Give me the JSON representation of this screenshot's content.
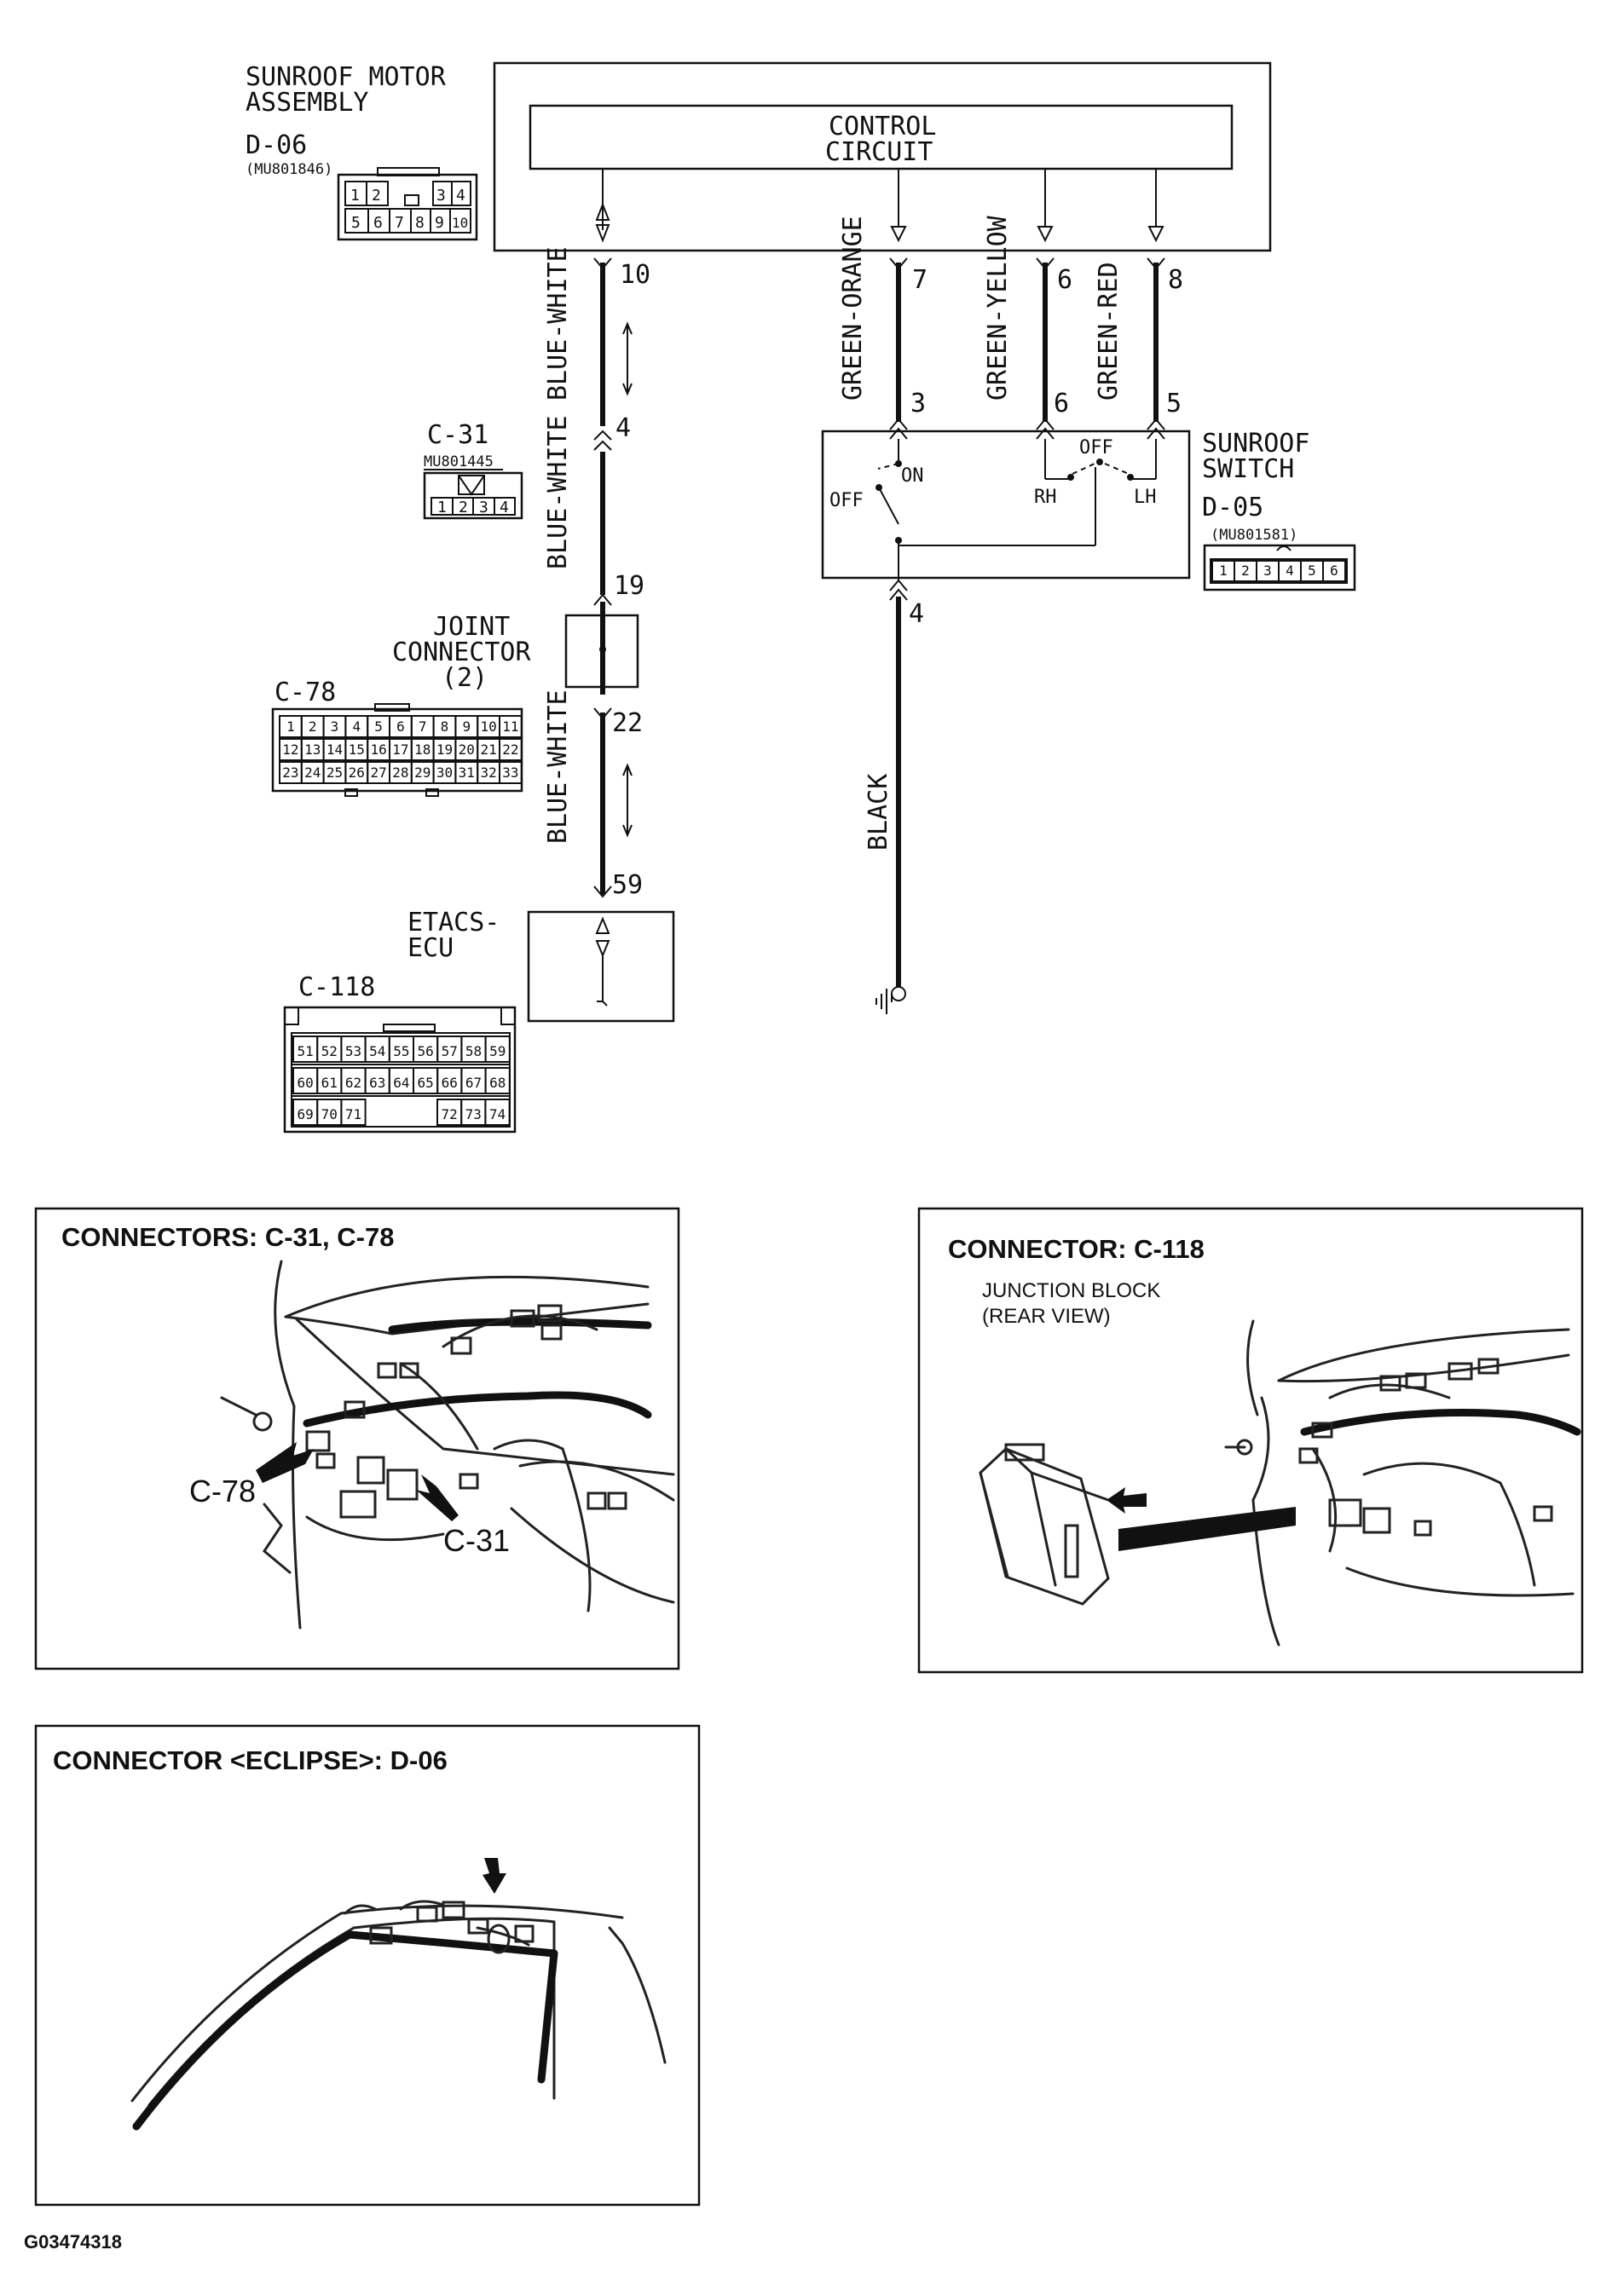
{
  "motor": {
    "title_line1": "SUNROOF MOTOR",
    "title_line2": "ASSEMBLY",
    "connector": "D-06",
    "part": "(MU801846)",
    "cells": [
      "1",
      "2",
      "3",
      "4",
      "5",
      "6",
      "7",
      "8",
      "9",
      "10"
    ],
    "control_line1": "CONTROL",
    "control_line2": "CIRCUIT"
  },
  "wires": {
    "blue_white": "BLUE-WHITE",
    "green_orange": "GREEN-ORANGE",
    "green_yellow": "GREEN-YELLOW",
    "green_red": "GREEN-RED",
    "black": "BLACK"
  },
  "pins": {
    "p10": "10",
    "p7": "7",
    "p6a": "6",
    "p8": "8",
    "p4a": "4",
    "p3": "3",
    "p6b": "6",
    "p5": "5",
    "p19": "19",
    "p4b": "4",
    "p22": "22",
    "p59": "59"
  },
  "c31": {
    "label": "C-31",
    "part": "MU801445",
    "cells": [
      "1",
      "2",
      "3",
      "4"
    ]
  },
  "switch": {
    "title_line1": "SUNROOF",
    "title_line2": "SWITCH",
    "connector": "D-05",
    "part": "(MU801581)",
    "on": "ON",
    "off_left": "OFF",
    "off_top": "OFF",
    "rh": "RH",
    "lh": "LH",
    "cells": [
      "1",
      "2",
      "3",
      "4",
      "5",
      "6"
    ]
  },
  "joint": {
    "line1": "JOINT",
    "line2": "CONNECTOR",
    "line3": "(2)"
  },
  "c78": {
    "label": "C-78",
    "row1": [
      "1",
      "2",
      "3",
      "4",
      "5",
      "6",
      "7",
      "8",
      "9",
      "10",
      "11"
    ],
    "row2": [
      "12",
      "13",
      "14",
      "15",
      "16",
      "17",
      "18",
      "19",
      "20",
      "21",
      "22"
    ],
    "row3": [
      "23",
      "24",
      "25",
      "26",
      "27",
      "28",
      "29",
      "30",
      "31",
      "32",
      "33"
    ]
  },
  "etacs": {
    "line1": "ETACS-",
    "line2": "ECU"
  },
  "c118": {
    "label": "C-118",
    "row1": [
      "51",
      "52",
      "53",
      "54",
      "55",
      "56",
      "57",
      "58",
      "59"
    ],
    "row2": [
      "60",
      "61",
      "62",
      "63",
      "64",
      "65",
      "66",
      "67",
      "68"
    ],
    "row3a": [
      "69",
      "70",
      "71"
    ],
    "row3b": [
      "72",
      "73",
      "74"
    ]
  },
  "panels": {
    "p1_title": "CONNECTORS: C-31, C-78",
    "p1_callout_c78": "C-78",
    "p1_callout_c31": "C-31",
    "p2_title": "CONNECTOR: C-118",
    "p2_sub1": "JUNCTION BLOCK",
    "p2_sub2": "(REAR VIEW)",
    "p3_title": "CONNECTOR <ECLIPSE>: D-06"
  },
  "figure_id": "G03474318"
}
